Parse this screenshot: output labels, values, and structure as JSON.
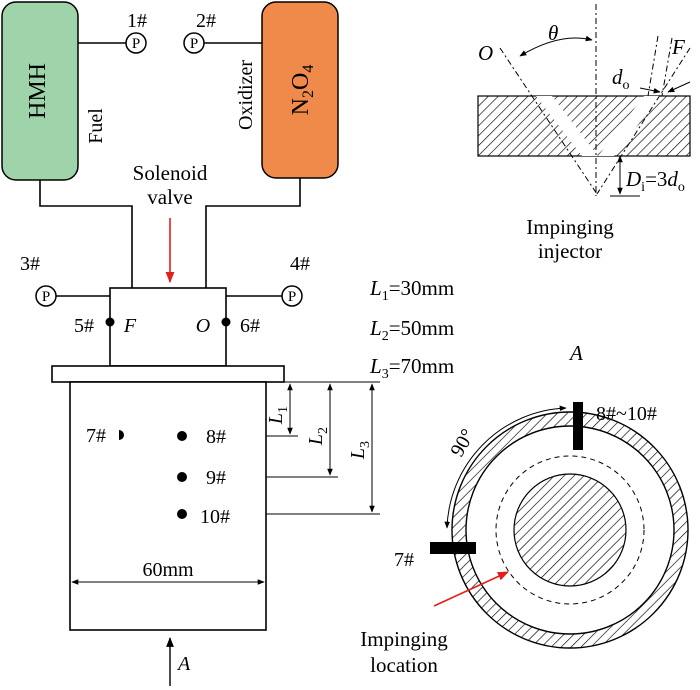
{
  "tanks": {
    "fuel": {
      "name": "HMH",
      "label": "Fuel",
      "color": "#9fd3a9"
    },
    "oxidizer": {
      "name": "N",
      "sub1": "2",
      "mid": "O",
      "sub2": "4",
      "label": "Oxidizer",
      "color": "#f08a4b"
    }
  },
  "sensors": {
    "s1": "1#",
    "s2": "2#",
    "s3": "3#",
    "s4": "4#",
    "s5": "5#",
    "s6": "6#",
    "s7": "7#",
    "s8": "8#",
    "s9": "9#",
    "s10": "10#",
    "gauge_symbol": "P"
  },
  "valve": {
    "line1": "Solenoid",
    "line2": "valve",
    "arrow_color": "#e0201b"
  },
  "manifold": {
    "fuel_port": "F",
    "ox_port": "O"
  },
  "lengths": {
    "L1": {
      "sym": "L",
      "sub": "1",
      "value": "=30mm"
    },
    "L2": {
      "sym": "L",
      "sub": "2",
      "value": "=50mm"
    },
    "L3": {
      "sym": "L",
      "sub": "3",
      "value": "=70mm"
    }
  },
  "chamber": {
    "width_label": "60mm",
    "view_arrow": "A"
  },
  "injector": {
    "title1": "Impinging",
    "title2": "injector",
    "O": "O",
    "F": "F",
    "theta": "θ",
    "d_sym": "d",
    "d_sub": "o",
    "Di_sym": "D",
    "Di_sub": "i",
    "Di_eq": "=3",
    "Di_d": "d",
    "Di_dsub": "o"
  },
  "section": {
    "view": "A",
    "angle": "90°",
    "top_sensors": "8#~10#",
    "left_sensor": "7#",
    "callout1": "Impinging",
    "callout2": "location",
    "callout_color": "#e0201b"
  }
}
